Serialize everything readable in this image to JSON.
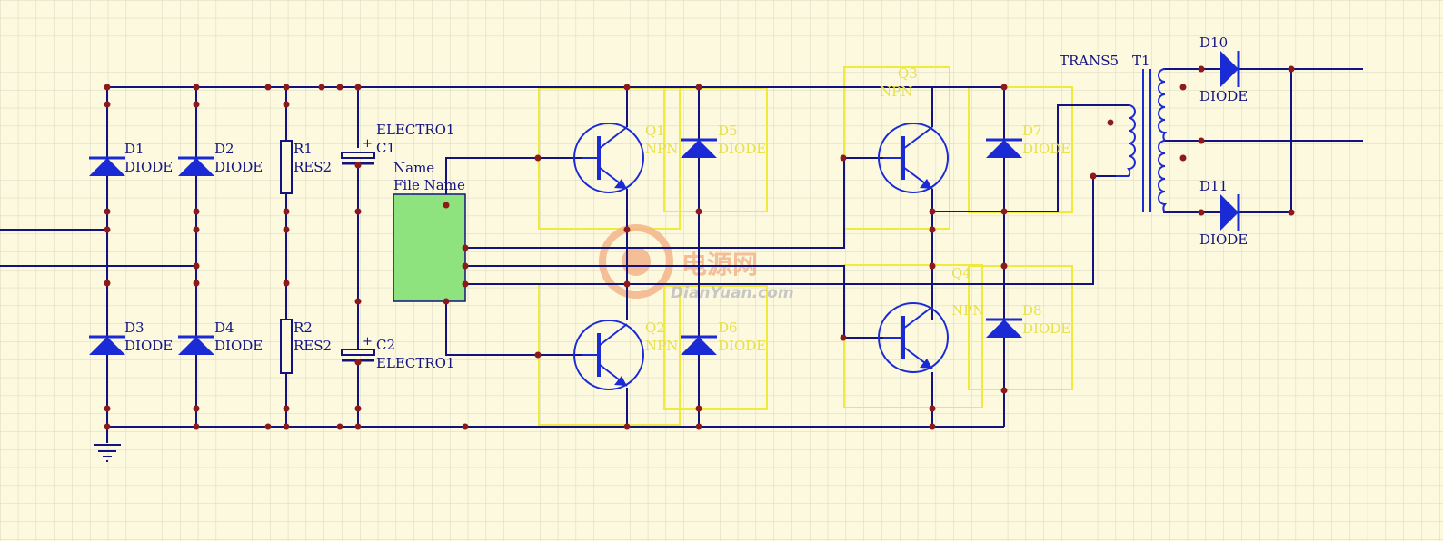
{
  "labels": {
    "d1": "D1",
    "d1_type": "DIODE",
    "d2": "D2",
    "d2_type": "DIODE",
    "d3": "D3",
    "d3_type": "DIODE",
    "d4": "D4",
    "d4_type": "DIODE",
    "r1": "R1",
    "r1_type": "RES2",
    "r2": "R2",
    "r2_type": "RES2",
    "c1": "C1",
    "c1_type": "ELECTRO1",
    "c2": "C2",
    "c2_type": "ELECTRO1",
    "sheet_name": "Name",
    "sheet_file": "File Name",
    "q1": "Q1",
    "q1_type": "NPN",
    "q2": "Q2",
    "q2_type": "NPN",
    "q3": "Q3",
    "q3_type": "NPN",
    "q4": "Q4",
    "q4_type": "NPN",
    "d5": "D5",
    "d5_type": "DIODE",
    "d6": "D6",
    "d6_type": "DIODE",
    "d7": "D7",
    "d7_type": "DIODE",
    "d8": "D8",
    "d8_type": "DIODE",
    "t1": "T1",
    "t1_type": "TRANS5",
    "d10": "D10",
    "d10_type": "DIODE",
    "d11": "D11",
    "d11_type": "DIODE"
  },
  "watermark": {
    "brand": "电源网",
    "site": "DianYuan.com"
  },
  "colors": {
    "background": "#fcf9de",
    "grid": "#d8d6c4",
    "wire": "#131380",
    "junction": "#8b1a1a",
    "component": "#1a2bd6",
    "outline": "#f0ea3c",
    "sheet_symbol": "#8ee37f"
  }
}
